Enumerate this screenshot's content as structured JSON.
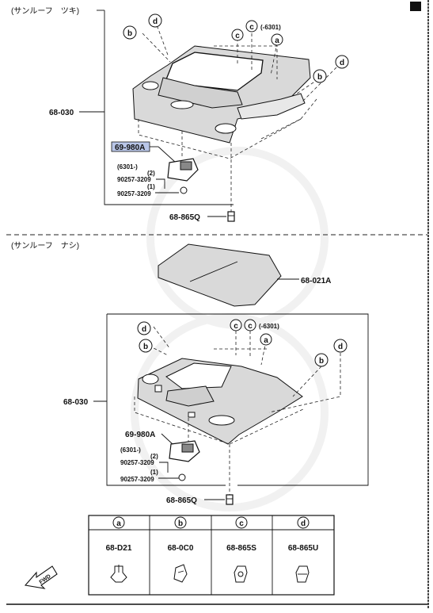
{
  "sections": {
    "upper_title": "(サンルーフ　ツキ)",
    "lower_title": "(サンルーフ　ナシ)"
  },
  "upper": {
    "headliner": "68-030",
    "lamp": "69-980A",
    "lamp_range": "(6301-)",
    "screw_qty_2": "(2)",
    "screw_1": "90257-3209",
    "screw_qty_1": "(1)",
    "screw_2": "90257-3209",
    "clip": "68-865Q",
    "range_c": "(-6301)"
  },
  "lower": {
    "panel": "68-021A",
    "headliner": "68-030",
    "lamp": "69-980A",
    "lamp_range": "(6301-)",
    "screw_qty_2": "(2)",
    "screw_1": "90257-3209",
    "screw_qty_1": "(1)",
    "screw_2": "90257-3209",
    "clip": "68-865Q",
    "range_c": "(-6301)"
  },
  "callouts": {
    "a": "a",
    "b": "b",
    "c": "c",
    "d": "d"
  },
  "legend": {
    "headers": [
      "a",
      "b",
      "c",
      "d"
    ],
    "parts": [
      "68-D21",
      "68-0C0",
      "68-865S",
      "68-865U"
    ]
  },
  "fwd_label": "FWD",
  "colors": {
    "highlight": "#b9c6e8",
    "ink": "#111111",
    "watermark": "#ececec"
  }
}
